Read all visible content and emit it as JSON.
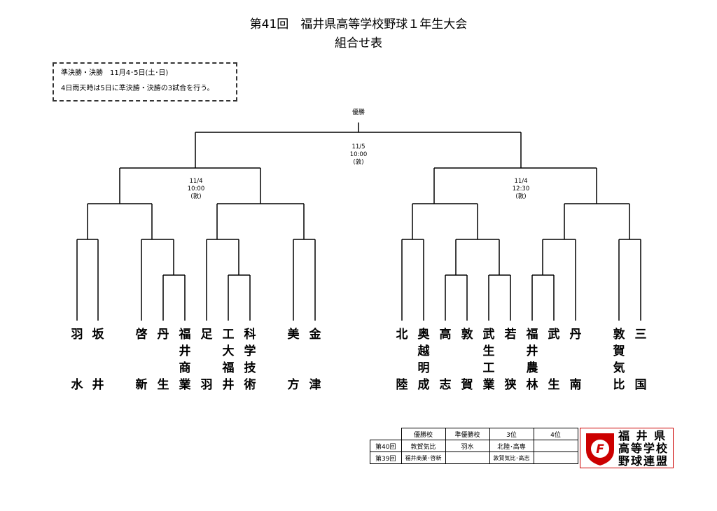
{
  "title": "第41回　福井県高等学校野球１年生大会",
  "subtitle": "組合せ表",
  "note": {
    "line1": "準決勝・決勝　11月4･5日(土･日)",
    "line2": "4日雨天時は5日に準決勝・決勝の3試合を行う。"
  },
  "champion_label": "優勝",
  "matches": {
    "final": {
      "date": "11/5",
      "time": "10:00",
      "venue": "(敦)"
    },
    "semi_left": {
      "date": "11/4",
      "time": "10:00",
      "venue": "(敦)"
    },
    "semi_right": {
      "date": "11/4",
      "time": "12:30",
      "venue": "(敦)"
    }
  },
  "teams": [
    {
      "name": "羽水",
      "top": "羽",
      "bottom": "水"
    },
    {
      "name": "坂井",
      "top": "坂",
      "bottom": "井"
    },
    {
      "name": "啓新",
      "top": "啓",
      "bottom": "新"
    },
    {
      "name": "丹生",
      "top": "丹",
      "bottom": "生"
    },
    {
      "name": "福井商業",
      "top": "福井商",
      "bottom": "業"
    },
    {
      "name": "足羽",
      "top": "足",
      "bottom": "羽"
    },
    {
      "name": "工大福井",
      "top": "工大福",
      "bottom": "井"
    },
    {
      "name": "科学技術",
      "top": "科学技",
      "bottom": "術"
    },
    {
      "name": "美方",
      "top": "美",
      "bottom": "方"
    },
    {
      "name": "金津",
      "top": "金",
      "bottom": "津"
    },
    {
      "name": "北陸",
      "top": "北",
      "bottom": "陸"
    },
    {
      "name": "奥越明成",
      "top": "奥越明",
      "bottom": "成"
    },
    {
      "name": "高志",
      "top": "高",
      "bottom": "志"
    },
    {
      "name": "敦賀",
      "top": "敦",
      "bottom": "賀"
    },
    {
      "name": "武生工業",
      "top": "武生工",
      "bottom": "業"
    },
    {
      "name": "若狭",
      "top": "若",
      "bottom": "狭"
    },
    {
      "name": "福井農林",
      "top": "福井農",
      "bottom": "林"
    },
    {
      "name": "武生",
      "top": "武",
      "bottom": "生"
    },
    {
      "name": "丹南",
      "top": "丹",
      "bottom": "南"
    },
    {
      "name": "敦賀気比",
      "top": "敦賀気",
      "bottom": "比"
    },
    {
      "name": "三国",
      "top": "三",
      "bottom": "国"
    }
  ],
  "results": {
    "headers": [
      "優勝校",
      "準優勝校",
      "3位",
      "4位"
    ],
    "rows": [
      {
        "label": "第40回",
        "cells": [
          "敦賀気比",
          "羽水",
          "北陸･高専",
          ""
        ]
      },
      {
        "label": "第39回",
        "cells": [
          "福井商業･啓新",
          "",
          "敦賀気比･高志",
          ""
        ]
      }
    ]
  },
  "logo": {
    "line1": "福 井 県",
    "line2": "高等学校",
    "line3": "野球連盟",
    "mark": "F",
    "color": "#cc0000"
  }
}
